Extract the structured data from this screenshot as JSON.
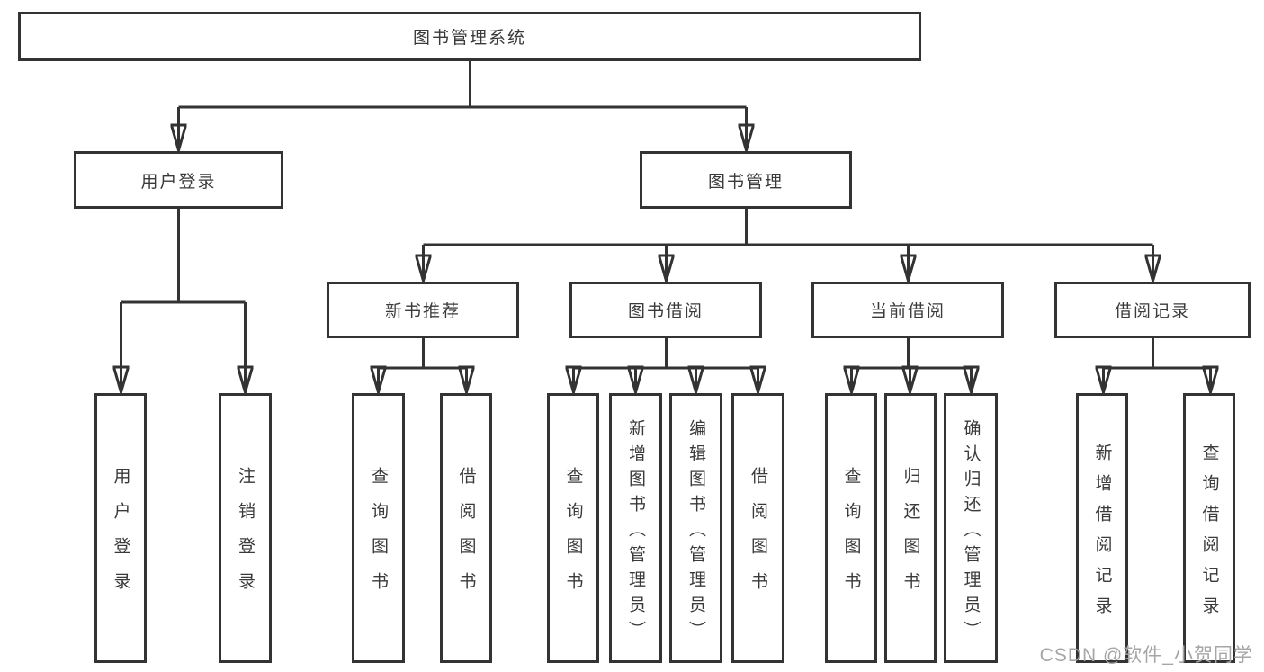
{
  "root": {
    "label": "图书管理系统"
  },
  "user_branch": {
    "label": "用户登录",
    "children": [
      {
        "label": "用户登录"
      },
      {
        "label": "注销登录"
      }
    ]
  },
  "book_branch": {
    "label": "图书管理",
    "groups": [
      {
        "label": "新书推荐",
        "children": [
          {
            "label": "查询图书"
          },
          {
            "label": "借阅图书"
          }
        ]
      },
      {
        "label": "图书借阅",
        "children": [
          {
            "label": "查询图书"
          },
          {
            "label": "新增图书（管理员）"
          },
          {
            "label": "编辑图书（管理员）"
          },
          {
            "label": "借阅图书"
          }
        ]
      },
      {
        "label": "当前借阅",
        "children": [
          {
            "label": "查询图书"
          },
          {
            "label": "归还图书"
          },
          {
            "label": "确认归还（管理员）"
          }
        ]
      },
      {
        "label": "借阅记录",
        "children": [
          {
            "label": "新增借阅记录"
          },
          {
            "label": "查询借阅记录"
          }
        ]
      }
    ]
  },
  "watermark": "CSDN @软件_小贺同学",
  "colors": {
    "line": "#333333",
    "text": "#3a3a3a",
    "watermark": "#a6a6a6",
    "background": "#ffffff"
  }
}
